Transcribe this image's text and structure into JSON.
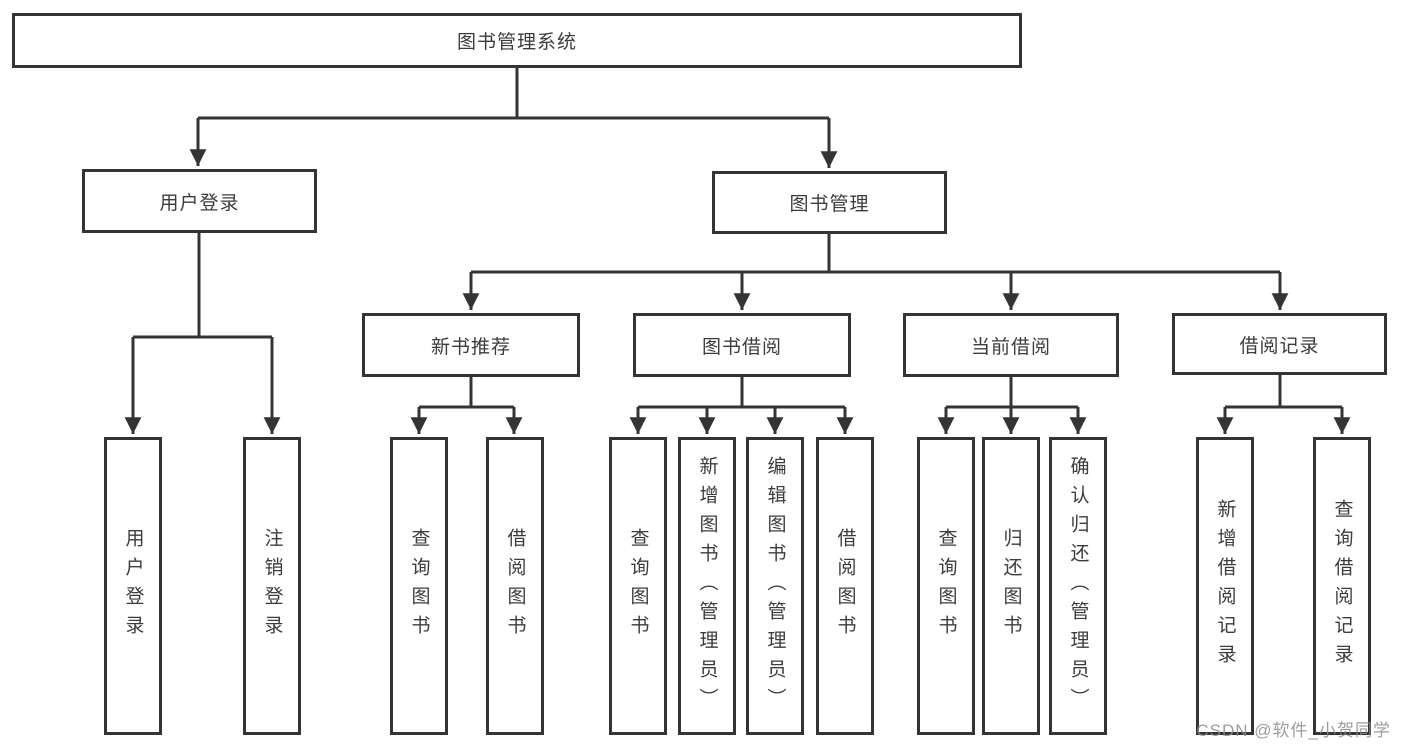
{
  "diagram": {
    "title_note": "functional structure tree of a library management system",
    "root": {
      "label": "图书管理系统"
    },
    "level2": {
      "user_login": {
        "label": "用户登录"
      },
      "book_mgmt": {
        "label": "图书管理"
      }
    },
    "level3": {
      "new_book_recommend": {
        "label": "新书推荐"
      },
      "book_borrowing": {
        "label": "图书借阅"
      },
      "current_borrowing": {
        "label": "当前借阅"
      },
      "borrowing_records": {
        "label": "借阅记录"
      }
    },
    "leaves": [
      {
        "parent": "用户登录",
        "label": "用户登录"
      },
      {
        "parent": "用户登录",
        "label": "注销登录"
      },
      {
        "parent": "新书推荐",
        "label": "查询图书"
      },
      {
        "parent": "新书推荐",
        "label": "借阅图书"
      },
      {
        "parent": "图书借阅",
        "label": "查询图书"
      },
      {
        "parent": "图书借阅",
        "label": "新增图书（管理员）"
      },
      {
        "parent": "图书借阅",
        "label": "编辑图书（管理员）"
      },
      {
        "parent": "图书借阅",
        "label": "借阅图书"
      },
      {
        "parent": "当前借阅",
        "label": "查询图书"
      },
      {
        "parent": "当前借阅",
        "label": "归还图书"
      },
      {
        "parent": "当前借阅",
        "label": "确认归还（管理员）"
      },
      {
        "parent": "借阅记录",
        "label": "新增借阅记录"
      },
      {
        "parent": "借阅记录",
        "label": "查询借阅记录"
      }
    ]
  },
  "watermark": "CSDN @软件_小贺同学",
  "colors": {
    "line": "#343434",
    "box_border": "#343434",
    "text": "#3c3c3c",
    "watermark": "#8c8c8c",
    "background": "#ffffff"
  }
}
